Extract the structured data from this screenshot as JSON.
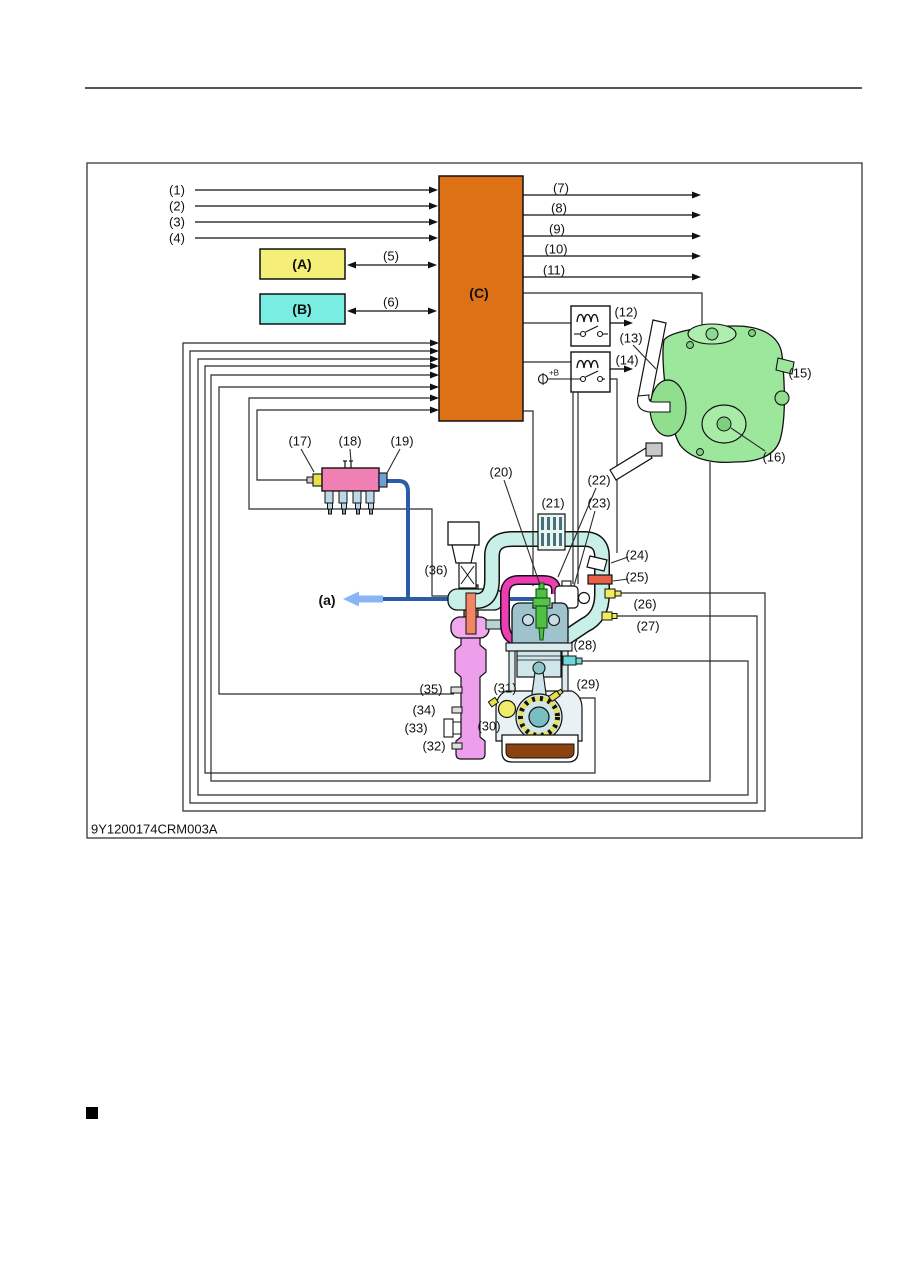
{
  "figure": {
    "code": "9Y1200174CRM003A"
  },
  "labels": {
    "n1": "(1)",
    "n2": "(2)",
    "n3": "(3)",
    "n4": "(4)",
    "n5": "(5)",
    "n6": "(6)",
    "n7": "(7)",
    "n8": "(8)",
    "n9": "(9)",
    "n10": "(10)",
    "n11": "(11)",
    "n12": "(12)",
    "n13": "(13)",
    "n14": "(14)",
    "n15": "(15)",
    "n16": "(16)",
    "n17": "(17)",
    "n18": "(18)",
    "n19": "(19)",
    "n20": "(20)",
    "n21": "(21)",
    "n22": "(22)",
    "n23": "(23)",
    "n24": "(24)",
    "n25": "(25)",
    "n26": "(26)",
    "n27": "(27)",
    "n28": "(28)",
    "n29": "(29)",
    "n30": "(30)",
    "n31": "(31)",
    "n32": "(32)",
    "n33": "(33)",
    "n34": "(34)",
    "n35": "(35)",
    "n36": "(36)",
    "boxA": "(A)",
    "boxB": "(B)",
    "ecu": "(C)",
    "air": "(a)",
    "plusb": "+B"
  },
  "colors": {
    "ecu": "#DD7116",
    "box_a": "#F5EF7A",
    "box_b": "#79EDE2",
    "rail_pink": "#F07FB4",
    "pump_green": "#9CE79C",
    "pipe_cyan": "#C9F0E8",
    "pipe_magenta": "#EE3CB4",
    "injector_green": "#4FC040",
    "air_arrow_blue": "#8AB4F4",
    "hp_pipe_blue": "#2B5CA8",
    "oil_brown": "#8B4210",
    "exhaust_violet": "#EE9FEB",
    "salmon": "#F08664",
    "sensor_yellow": "#F0EC5A",
    "wire": "#2a2a2a"
  }
}
